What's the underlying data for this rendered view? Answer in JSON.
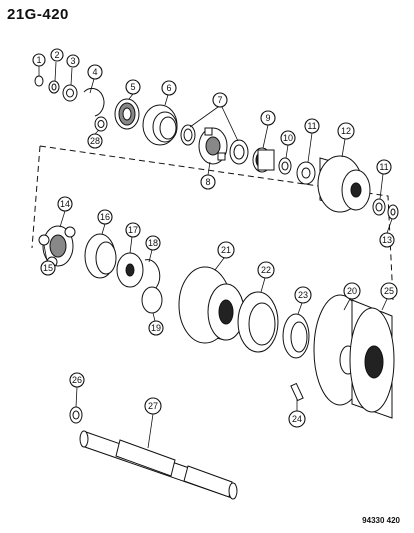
{
  "header": {
    "page_code": "21G-420"
  },
  "footer": {
    "figure_code": "94330 420"
  },
  "callouts": [
    "1",
    "2",
    "3",
    "4",
    "5",
    "6",
    "7",
    "8",
    "9",
    "10",
    "11",
    "12",
    "11",
    "13",
    "14",
    "16",
    "17",
    "18",
    "15",
    "19",
    "21",
    "22",
    "23",
    "20",
    "25",
    "24",
    "26",
    "27",
    "28"
  ]
}
